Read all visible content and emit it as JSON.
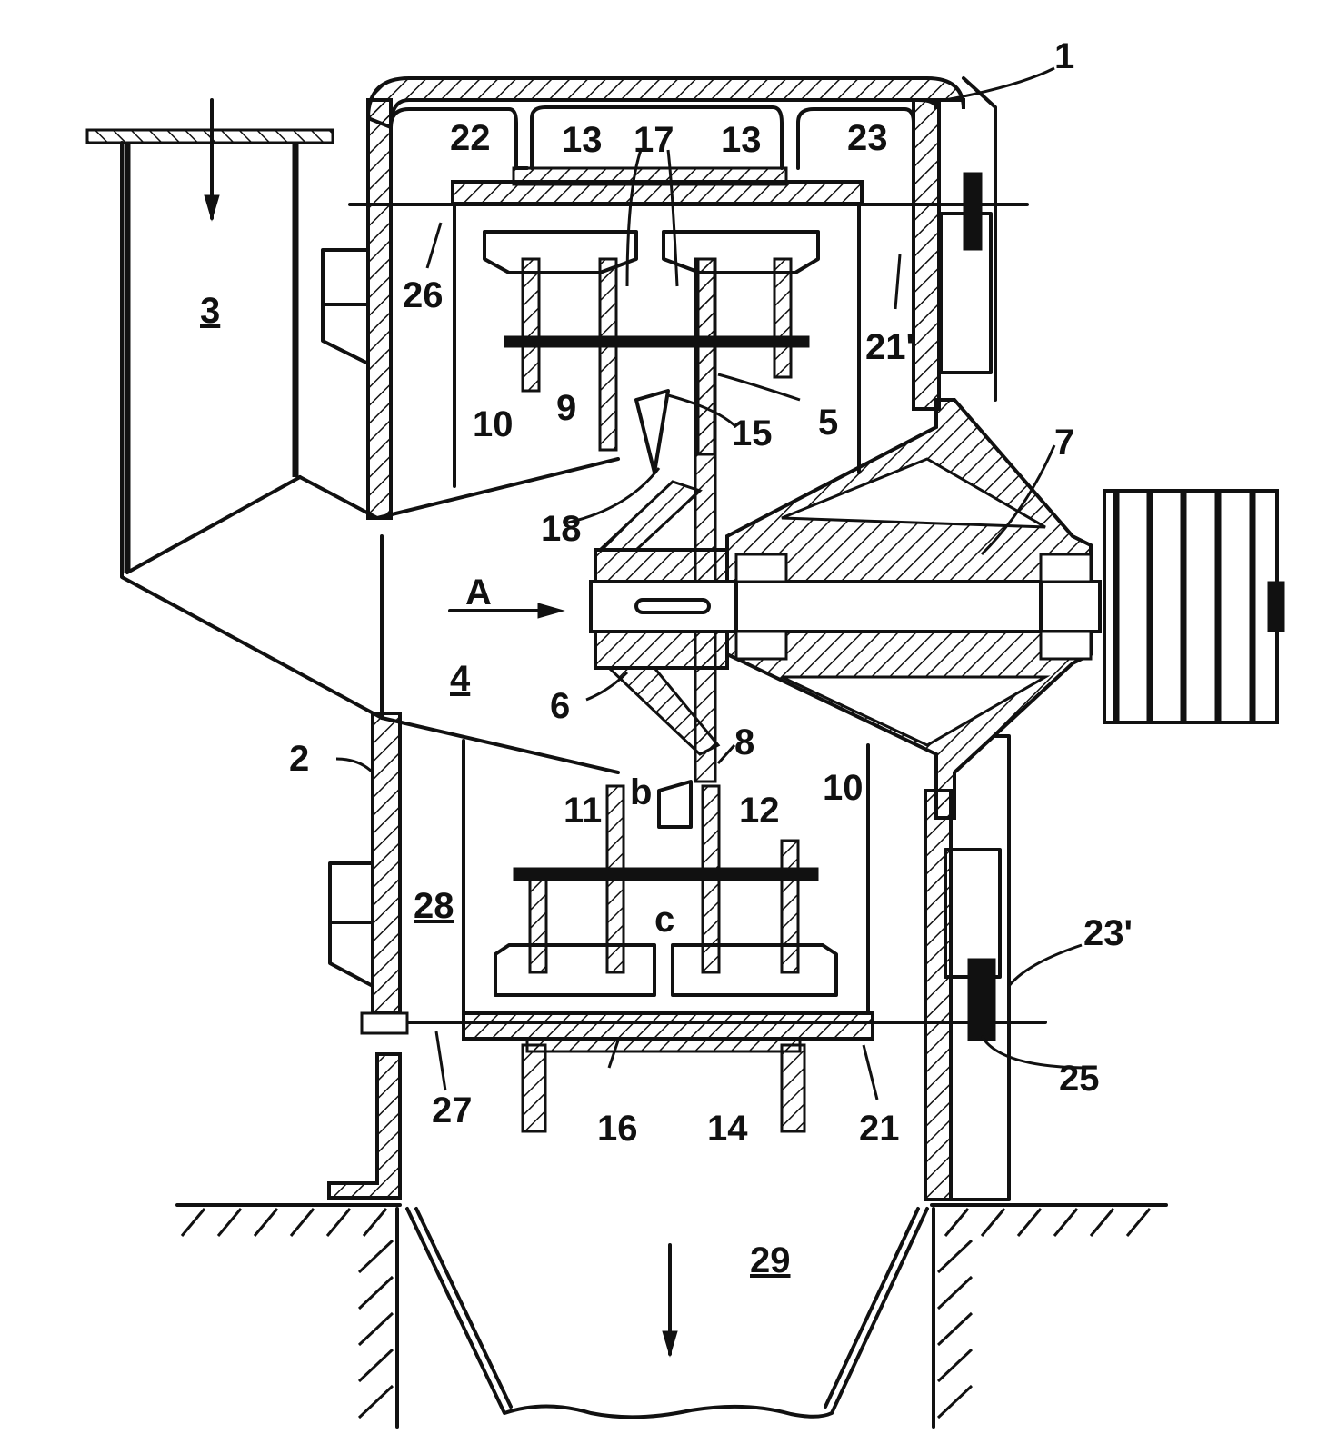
{
  "figure": {
    "labels": {
      "housing": "1",
      "housing_wall": "2",
      "inlet_chute": "3",
      "inlet_channel": "4",
      "rotor": "5",
      "hub": "6",
      "shaft": "7",
      "rotor_disc": "8",
      "beater_9": "9",
      "beater_10_top": "10",
      "beater_10_bottom": "10",
      "bolt_11": "11",
      "bolt_12": "12",
      "shoe_13_left": "13",
      "shoe_13_right": "13",
      "ring_14": "14",
      "blade_15": "15",
      "ring_16": "16",
      "gap_17": "17",
      "vane_18": "18",
      "seal_21": "21",
      "seal_21_prime": "21'",
      "plate_22": "22",
      "rod_23": "23",
      "rod_23_prime": "23'",
      "nut_25": "25",
      "bolt_26": "26",
      "bolt_27": "27",
      "chamber_28": "28",
      "outlet_29": "29",
      "arrow_A": "A",
      "dim_b": "b",
      "dim_c": "c"
    }
  }
}
